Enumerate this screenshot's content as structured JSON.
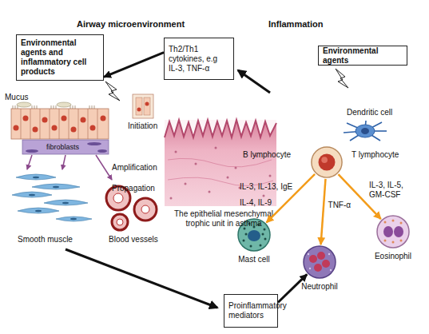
{
  "diagram": {
    "nodes": [
      {
        "text": [
          "Environmental agents and inflammatory cell products"
        ]
      },
      {
        "text": [
          "Th2/Th1 cytokines, e.g IL-3, TNF-α"
        ]
      },
      {
        "text": [
          "Environmental agents"
        ]
      },
      {
        "text": [
          "Dendritic cell"
        ]
      },
      {
        "text": [
          "B lymphocyte",
          "T lymphocyte"
        ]
      },
      {
        "text": [
          "Mast cell"
        ]
      },
      {
        "text": [
          "Eosinophil"
        ]
      },
      {
        "text": [
          "Neutrophil"
        ]
      },
      {
        "text": [
          "Proinflammatory mediators"
        ]
      }
    ],
    "edges": [
      {
        "from": 1,
        "to": 0,
        "arrow": "to"
      },
      {
        "from": 4,
        "to": 5,
        "arrow": "to"
      },
      {
        "from": 4,
        "to": 6,
        "arrow": "to"
      },
      {
        "from": 4,
        "to": 7,
        "label": "TNF-α",
        "arrow": "to"
      },
      {
        "from": 8,
        "to": 7,
        "arrow": "to"
      }
    ],
    "labels": [
      "Airway microenvironment",
      "Inflammation",
      "Mucus",
      "Initiation",
      "fibroblasts",
      "Amplification",
      "Propagation",
      "Smooth muscle",
      "Blood vessels",
      "The epithelial mesenchymal trophic unit in asthma",
      "IL-3, IL-13, IgE",
      "IL-4, IL-9",
      "IL-3, IL-5, GM-CSF"
    ]
  }
}
